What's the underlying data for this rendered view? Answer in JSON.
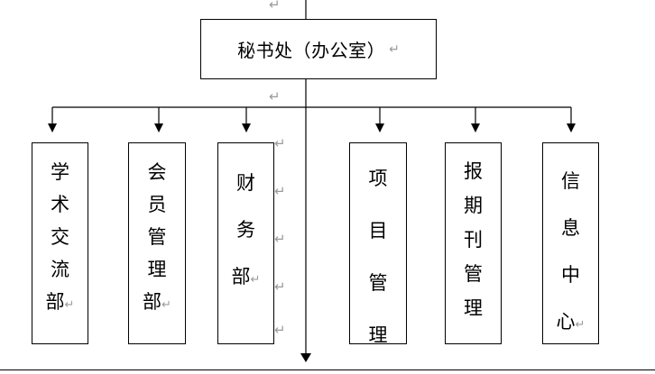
{
  "top_node": {
    "label": "秘书处（办公室）",
    "return_mark": "↵"
  },
  "departments": [
    {
      "chars": [
        "学",
        "术",
        "交",
        "流",
        "部"
      ],
      "return_mark": "↵"
    },
    {
      "chars": [
        "会",
        "员",
        "管",
        "理",
        "部"
      ],
      "return_mark": "↵"
    },
    {
      "chars": [
        "财",
        "务",
        "部"
      ],
      "return_mark": "↵"
    },
    {
      "chars": [
        "项",
        "目",
        "管",
        "理"
      ],
      "return_mark": ""
    },
    {
      "chars": [
        "报",
        "期",
        "刊",
        "管",
        "理"
      ],
      "return_mark": ""
    },
    {
      "chars": [
        "信",
        "息",
        "中",
        "心"
      ],
      "return_mark": "↵"
    }
  ],
  "paragraph_marks": {
    "top": "↵",
    "middle": "↵",
    "side": "↵"
  },
  "colors": {
    "line": "#000000",
    "mark": "#9a9a9a"
  }
}
